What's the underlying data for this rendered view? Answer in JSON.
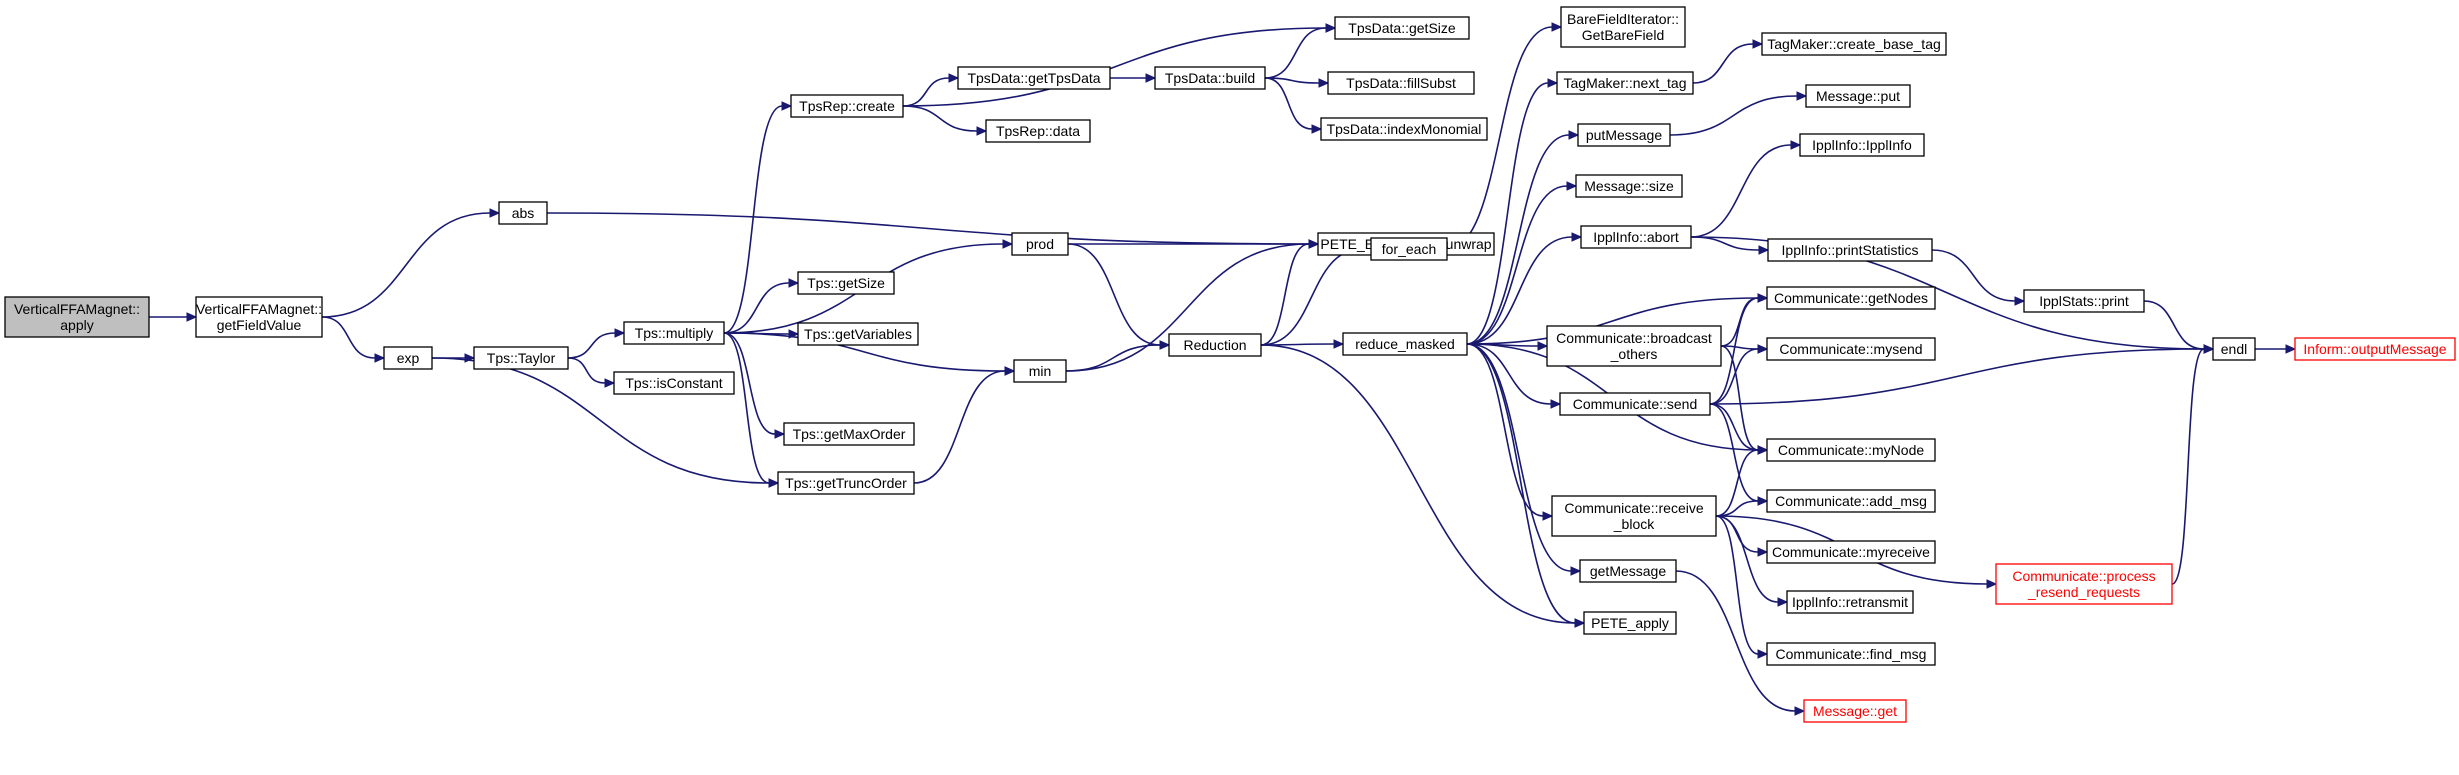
{
  "graph": {
    "nodes": {
      "root": [
        "VerticalFFAMagnet::",
        "apply"
      ],
      "getfieldvalue": [
        "VerticalFFAMagnet::",
        "getFieldValue"
      ],
      "abs": [
        "abs"
      ],
      "exp": [
        "exp"
      ],
      "tps_taylor": [
        "Tps::Taylor"
      ],
      "tps_multiply": [
        "Tps::multiply"
      ],
      "tps_isconstant": [
        "Tps::isConstant"
      ],
      "tpsrep_create": [
        "TpsRep::create"
      ],
      "tpsdata_gettpsdata": [
        "TpsData::getTpsData"
      ],
      "tpsdata_build": [
        "TpsData::build"
      ],
      "tpsdata_getsize": [
        "TpsData::getSize"
      ],
      "tpsdata_fillsubst": [
        "TpsData::fillSubst"
      ],
      "tpsdata_indexmonomial": [
        "TpsData::indexMonomial"
      ],
      "tpsrep_data": [
        "TpsRep::data"
      ],
      "prod": [
        "prod"
      ],
      "pete_unwrap": [
        "PETE_Expr::PETE_unwrap"
      ],
      "tps_getsize": [
        "Tps::getSize"
      ],
      "tps_getvariables": [
        "Tps::getVariables"
      ],
      "min": [
        "min"
      ],
      "tps_getmaxorder": [
        "Tps::getMaxOrder"
      ],
      "tps_gettruncorder": [
        "Tps::getTruncOrder"
      ],
      "reduction": [
        "Reduction"
      ],
      "for_each": [
        "for_each"
      ],
      "reduce_masked": [
        "reduce_masked"
      ],
      "barefielditerator": [
        "BareFieldIterator::",
        "GetBareField"
      ],
      "tagmaker_next_tag": [
        "TagMaker::next_tag"
      ],
      "tagmaker_create_base_tag": [
        "TagMaker::create_base_tag"
      ],
      "putmessage": [
        "putMessage"
      ],
      "message_put": [
        "Message::put"
      ],
      "message_size": [
        "Message::size"
      ],
      "ipplinfo_abort": [
        "IpplInfo::abort"
      ],
      "ipplinfo_ipplinfo": [
        "IpplInfo::IpplInfo"
      ],
      "ipplinfo_printstatistics": [
        "IpplInfo::printStatistics"
      ],
      "ipplstats_print": [
        "IpplStats::print"
      ],
      "endl": [
        "endl"
      ],
      "inform_outputmessage": [
        "Inform::outputMessage"
      ],
      "communicate_getnodes": [
        "Communicate::getNodes"
      ],
      "communicate_broadcast_others": [
        "Communicate::broadcast",
        "_others"
      ],
      "communicate_mysend": [
        "Communicate::mysend"
      ],
      "communicate_send": [
        "Communicate::send"
      ],
      "communicate_mynode": [
        "Communicate::myNode"
      ],
      "communicate_add_msg": [
        "Communicate::add_msg"
      ],
      "communicate_receive_block": [
        "Communicate::receive",
        "_block"
      ],
      "communicate_myreceive": [
        "Communicate::myreceive"
      ],
      "ipplinfo_retransmit": [
        "IpplInfo::retransmit"
      ],
      "communicate_find_msg": [
        "Communicate::find_msg"
      ],
      "getmessage": [
        "getMessage"
      ],
      "pete_apply": [
        "PETE_apply"
      ],
      "communicate_process_resend": [
        "Communicate::process",
        "_resend_requests"
      ],
      "message_get": [
        "Message::get"
      ]
    },
    "colors": {
      "edge": "#191970",
      "root_fill": "#bfbfbf",
      "truncated_border": "#ff0000",
      "node_border": "#000000"
    }
  }
}
